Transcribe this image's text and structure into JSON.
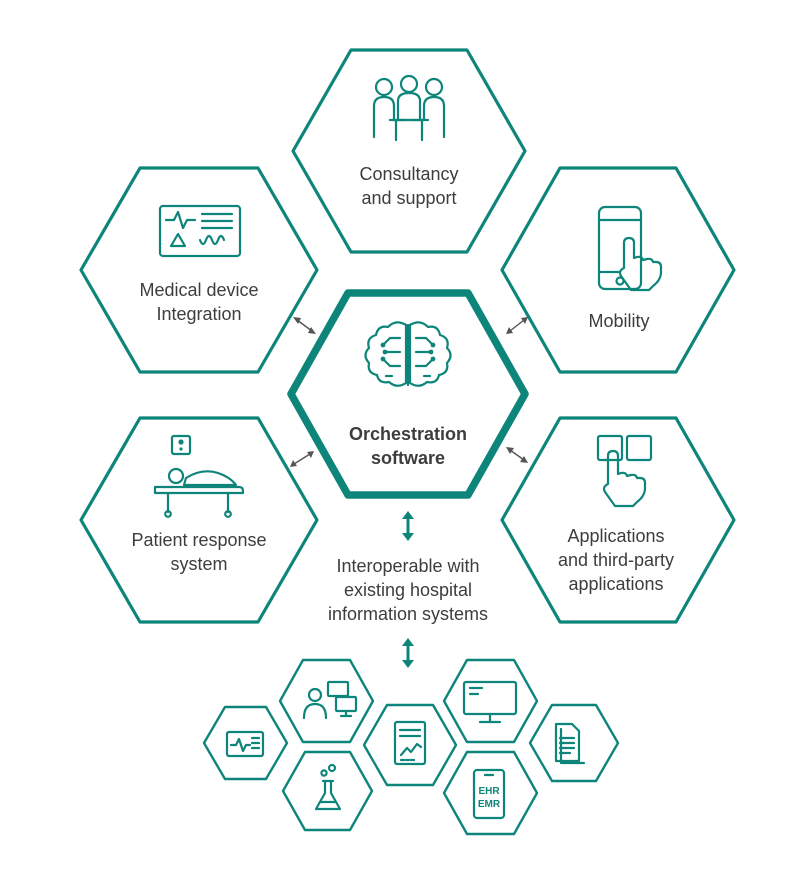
{
  "center": {
    "line1": "Orchestration",
    "line2": "software"
  },
  "nodes": {
    "consultancy": {
      "line1": "Consultancy",
      "line2": "and support",
      "icon": "meeting-icon"
    },
    "medical_device": {
      "line1": "Medical device",
      "line2": "Integration",
      "icon": "monitor-waveform-icon"
    },
    "mobility": {
      "line1": "Mobility",
      "icon": "phone-touch-icon"
    },
    "patient_response": {
      "line1": "Patient response",
      "line2": "system",
      "icon": "patient-bed-icon"
    },
    "applications": {
      "line1": "Applications",
      "line2": "and third-party",
      "line3": "applications",
      "icon": "touch-app-icon"
    }
  },
  "interop": {
    "line1": "Interoperable with",
    "line2": "existing hospital",
    "line3": "information systems"
  },
  "his_icons": {
    "ehr_line1": "EHR",
    "ehr_line2": "EMR"
  },
  "colors": {
    "accent": "#0e857a",
    "text": "#3d3d3d"
  }
}
